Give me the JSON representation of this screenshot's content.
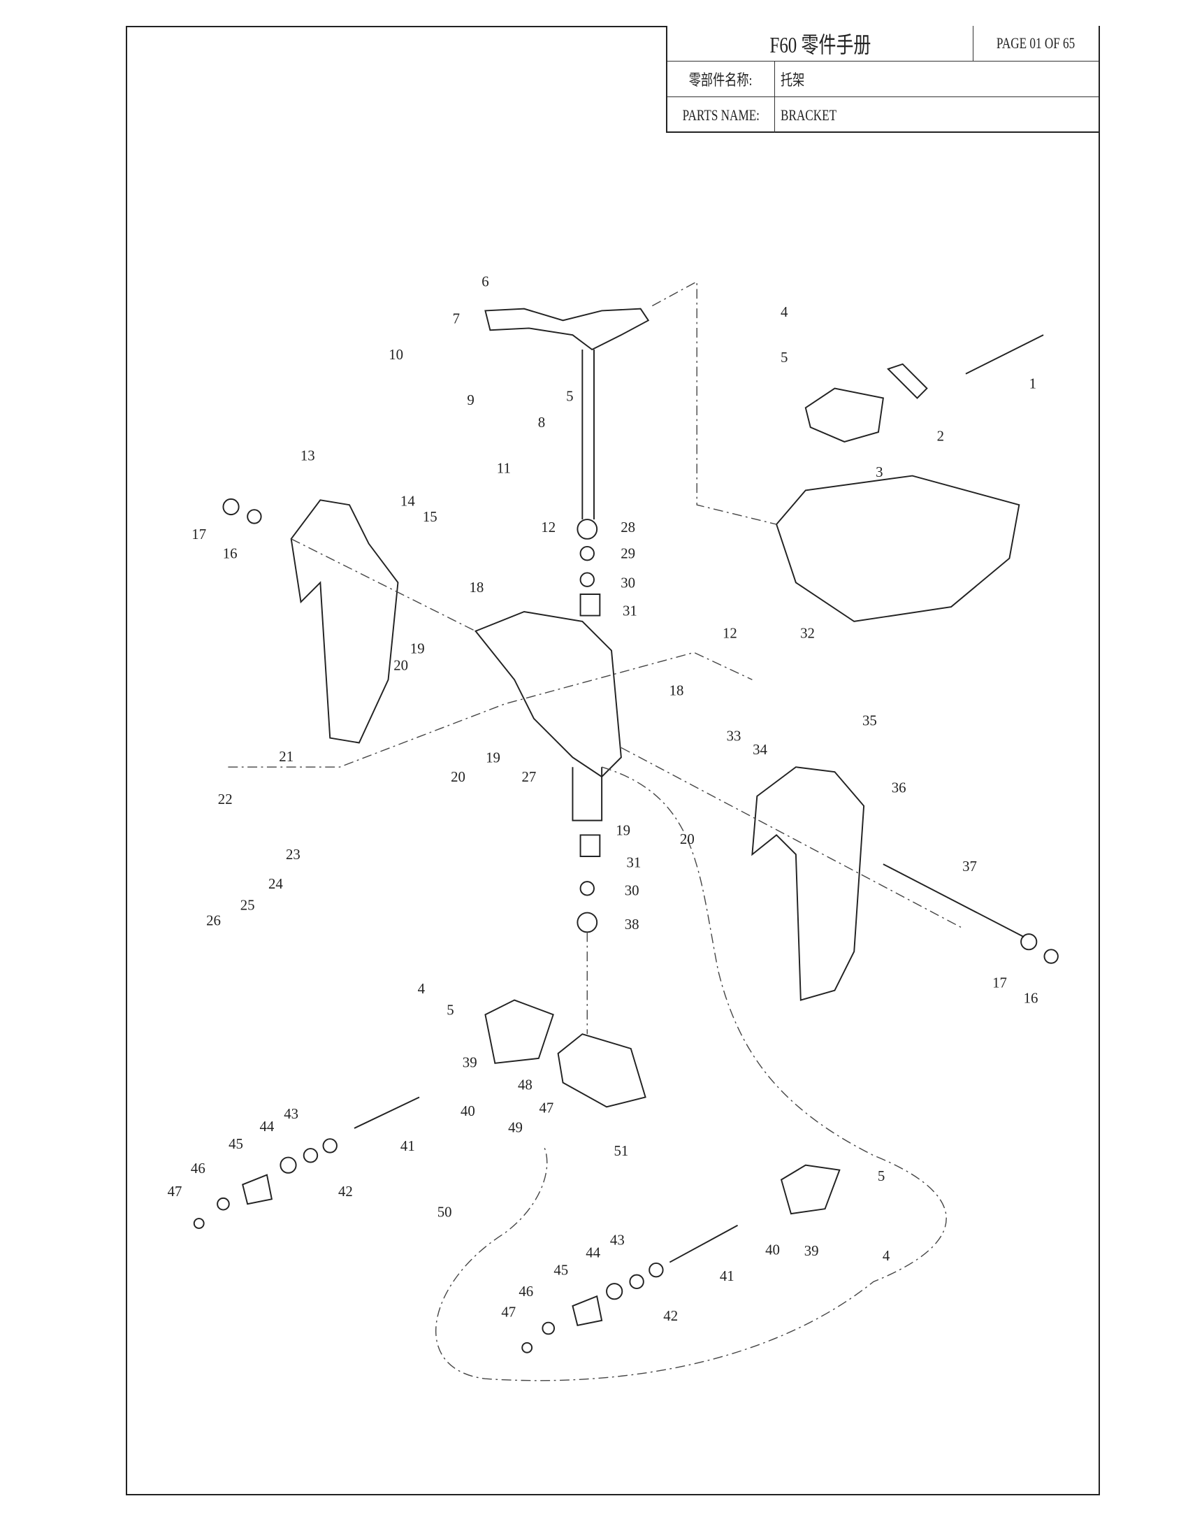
{
  "header": {
    "title": "F60 零件手册",
    "page": "PAGE 01 OF 65",
    "part_name_cn_label": "零部件名称:",
    "part_name_cn": "托架",
    "part_name_en_label": "PARTS NAME:",
    "part_name_en": "BRACKET"
  },
  "callouts": [
    "6",
    "7",
    "10",
    "9",
    "8",
    "5",
    "4",
    "5",
    "1",
    "2",
    "3",
    "13",
    "11",
    "17",
    "16",
    "14",
    "15",
    "12",
    "28",
    "29",
    "30",
    "31",
    "18",
    "19",
    "20",
    "12",
    "32",
    "18",
    "33",
    "34",
    "35",
    "19",
    "20",
    "27",
    "21",
    "22",
    "23",
    "24",
    "25",
    "26",
    "19",
    "20",
    "36",
    "31",
    "30",
    "38",
    "37",
    "17",
    "16",
    "4",
    "5",
    "39",
    "48",
    "40",
    "41",
    "43",
    "44",
    "45",
    "42",
    "46",
    "47",
    "47",
    "49",
    "51",
    "50",
    "5",
    "4",
    "40",
    "39",
    "41",
    "43",
    "44",
    "45",
    "42",
    "46",
    "47"
  ]
}
